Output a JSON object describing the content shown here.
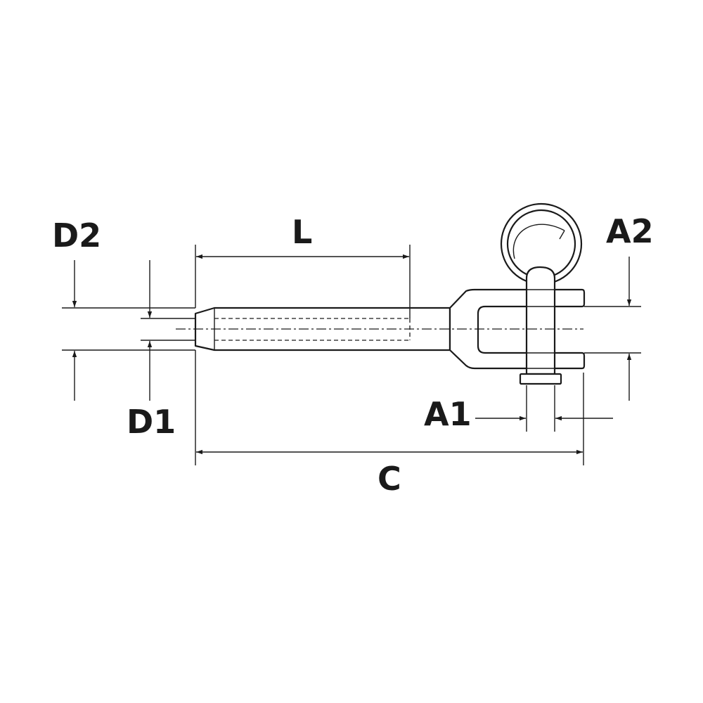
{
  "labels": {
    "d2": "D2",
    "d1": "D1",
    "l": "L",
    "a2": "A2",
    "a1": "A1",
    "c": "C"
  },
  "colors": {
    "line": "#1a1a1a",
    "background": "#ffffff"
  }
}
